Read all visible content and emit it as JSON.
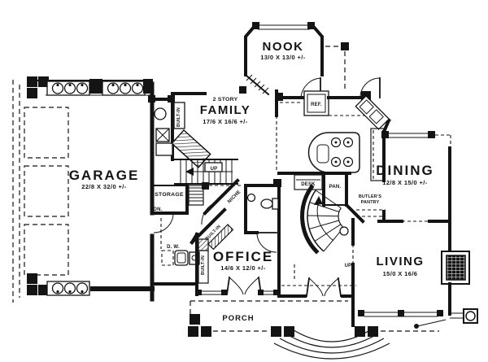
{
  "plan": {
    "colors": {
      "ink": "#141414",
      "paper": "#ffffff"
    },
    "rooms": {
      "nook": {
        "name": "NOOK",
        "dims": "13/0 X 13/0 +/-"
      },
      "family": {
        "prefix": "2 STORY",
        "name": "FAMILY",
        "dims": "17/6 X 16/6 +/-"
      },
      "garage": {
        "name": "GARAGE",
        "dims": "22/8 X 32/0 +/-"
      },
      "storage": {
        "name": "STORAGE"
      },
      "office": {
        "name": "OFFICE",
        "dims": "14/6 X 12/0 +/-"
      },
      "dining": {
        "name": "DINING",
        "dims": "12/8 X 15/0 +/-"
      },
      "living": {
        "name": "LIVING",
        "dims": "15/0 X 16/6"
      },
      "porch": {
        "name": "PORCH"
      }
    },
    "annotations": {
      "up_main": "UP",
      "up_curved": "UP",
      "down": "DN.",
      "niche": "NICHE",
      "built_in_family": "BUILT-IN",
      "built_in_hall": "BUILT-IN",
      "built_in_office": "BUILT-IN",
      "dishwasher": "D. W.",
      "refrigerator": "REF.",
      "desk": "DESK",
      "pantry": "PAN.",
      "butlers_pantry_line1": "BUTLER'S",
      "butlers_pantry_line2": "PANTRY"
    }
  }
}
